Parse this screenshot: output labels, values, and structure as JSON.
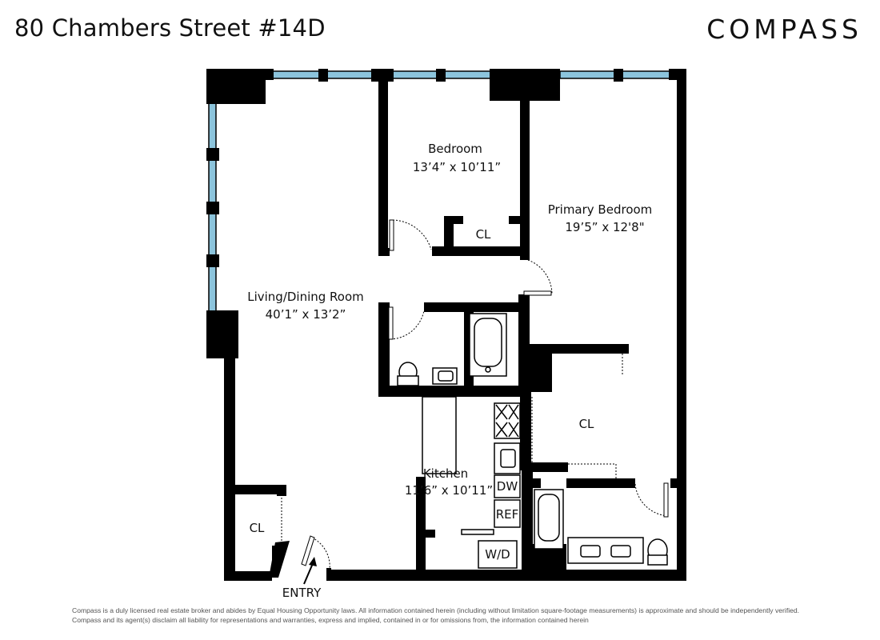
{
  "header": {
    "address": "80 Chambers Street #14D",
    "brand": "COMPASS"
  },
  "rooms": {
    "living_name": "Living/Dining Room",
    "living_dims": "40’1” x 13’2”",
    "bedroom_name": "Bedroom",
    "bedroom_dims": "13’4” x 10’11”",
    "primary_name": "Primary Bedroom",
    "primary_dims": "19’5” x 12'8\"",
    "kitchen_name": "Kitchen",
    "kitchen_dims": "11’6” x 10’11”"
  },
  "labels": {
    "closet_bedroom": "CL",
    "closet_primary": "CL",
    "closet_entry": "CL",
    "dishwasher": "DW",
    "refrigerator": "REF",
    "washer_dryer": "W/D",
    "entry": "ENTRY"
  },
  "colors": {
    "wall": "#000000",
    "window": "#8cc4dc",
    "background": "#ffffff"
  },
  "footer": {
    "disclaimer": "Compass is a duly licensed real estate broker and abides by Equal Housing Opportunity laws.  All information contained herein (including without limitation square-footage measurements) is approximate and should be independently verified. Compass and its agent(s) disclaim all liability for representations and warranties, express and implied, contained in or for omissions from, the information contained herein"
  }
}
